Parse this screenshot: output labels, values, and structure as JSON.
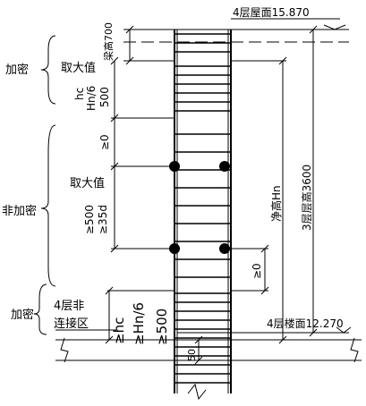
{
  "drawing": {
    "top_floor_label": "4层屋面15.870",
    "bottom_floor_label": "4层楼面12.270",
    "beam_depth": "梁高700",
    "story_height": "3层层高3600",
    "clear_height": "净高Hn",
    "zone_top": "加密",
    "zone_middle": "非加密",
    "zone_bottom": "加密",
    "take_max_upper": "取大值",
    "upper_criteria": [
      "hc",
      "Hn/6",
      "500"
    ],
    "ge_zero_upper": "≥0",
    "take_max_middle": "取大值",
    "middle_criteria": [
      "≥500",
      "≥35d"
    ],
    "ge_zero_lower": "≥0",
    "non_splice_zone_line1": "4层非",
    "non_splice_zone_line2": "连接区",
    "lower_criteria": [
      "≥hc",
      "≥Hn/6",
      "≥500"
    ],
    "base_offset": "50"
  },
  "colors": {
    "line": "#000000",
    "background": "#ffffff"
  }
}
